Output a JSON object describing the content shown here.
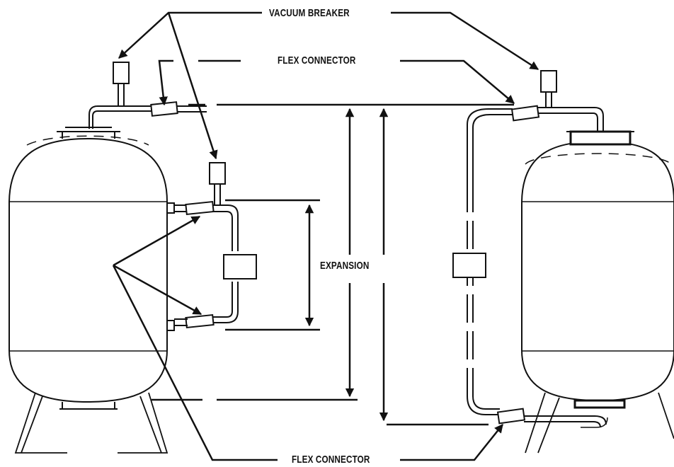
{
  "labels": {
    "vacuum_breaker": "VACUUM BREAKER",
    "flex_connector_top": "FLEX CONNECTOR",
    "expansion": "EXPANSION",
    "flex_connector_bottom": "FLEX CONNECTOR"
  },
  "colors": {
    "line": "#111111",
    "background": "#ffffff"
  }
}
